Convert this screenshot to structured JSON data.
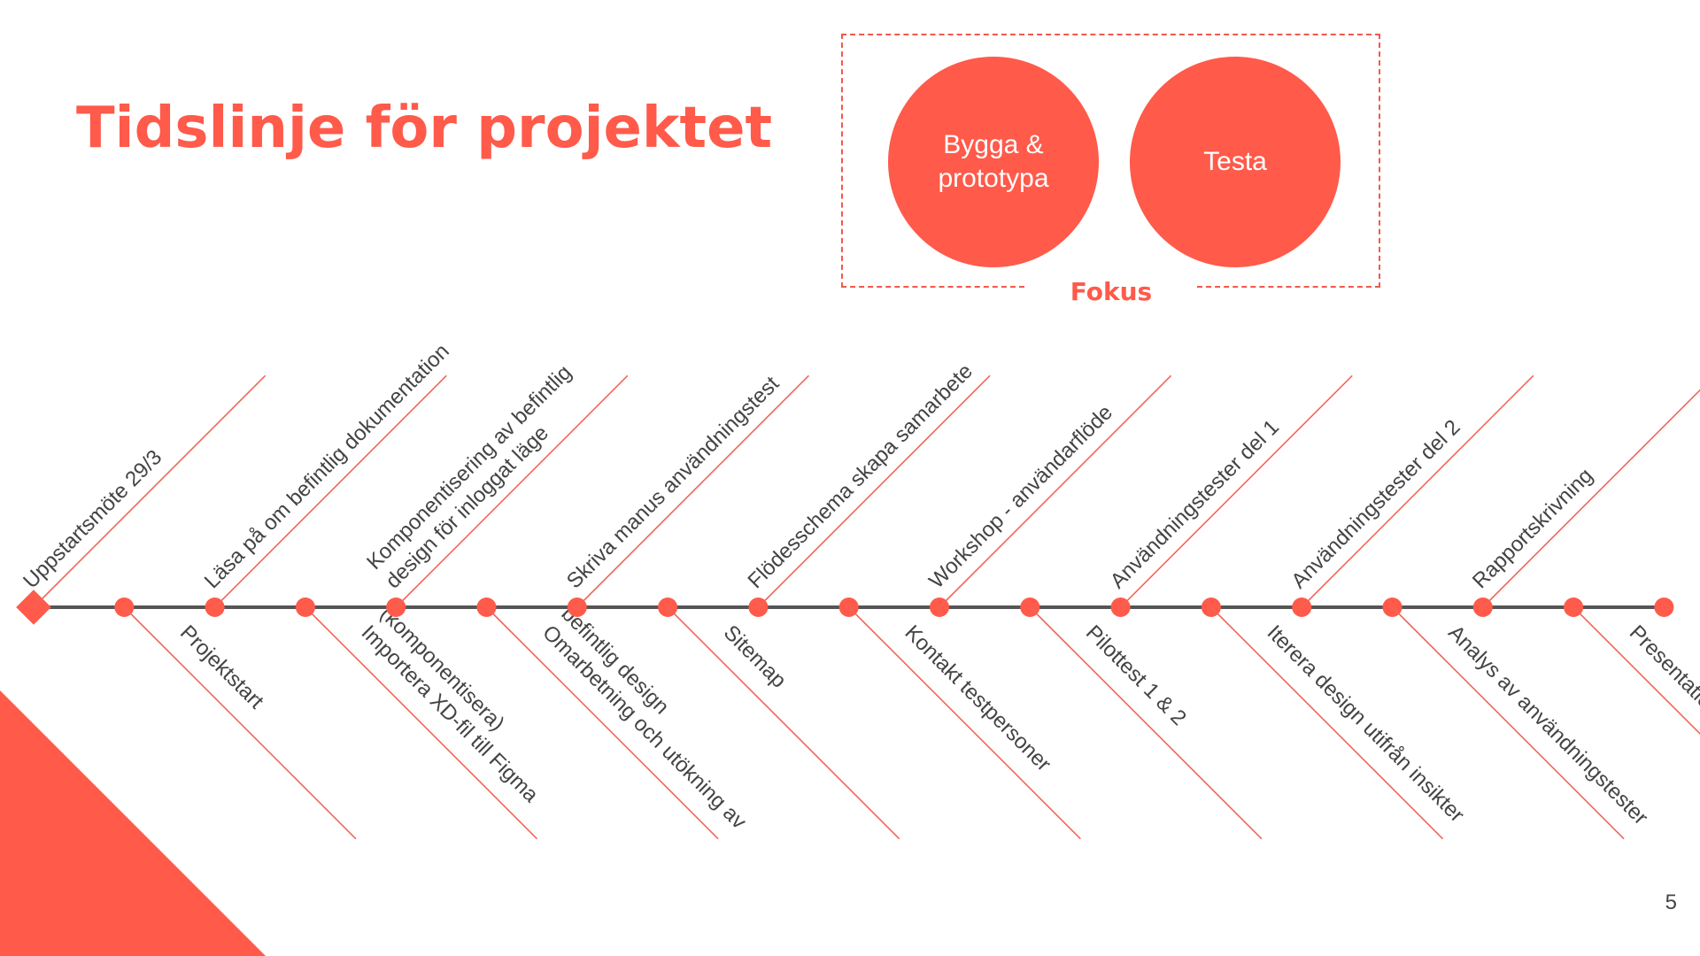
{
  "slide": {
    "title": "Tidslinje för projektet",
    "page_number": "5"
  },
  "focus": {
    "label": "Fokus",
    "circles": [
      "Bygga & prototypa",
      "Testa"
    ]
  },
  "timeline": {
    "start_marker": "diamond",
    "events_above": [
      [
        "Uppstartsmöte 29/3"
      ],
      [
        "Läsa på om befintlig dokumentation"
      ],
      [
        "Komponentisering av befintlig",
        "design för inloggat läge"
      ],
      [
        "Skriva manus användningstest"
      ],
      [
        "Flödesschema skapa samarbete"
      ],
      [
        "Workshop - användarflöde"
      ],
      [
        "Användningstester del 1"
      ],
      [
        "Användningstester del 2"
      ],
      [
        "Rapportskrivning"
      ]
    ],
    "events_below": [
      [
        "Projektstart"
      ],
      [
        "Importera XD-fil till Figma",
        "(komponentisera)"
      ],
      [
        "Omarbetning och utökning av",
        "befintlig design"
      ],
      [
        "Sitemap"
      ],
      [
        "Kontakt testpersoner"
      ],
      [
        "Pilottest 1 & 2"
      ],
      [
        "Iterera design utifrån insikter"
      ],
      [
        "Analys av användningstester"
      ],
      [
        "Presentation"
      ]
    ]
  },
  "colors": {
    "accent": "#ff5a4a",
    "line": "#555555",
    "connector": "#f0665a",
    "text": "#444444"
  }
}
